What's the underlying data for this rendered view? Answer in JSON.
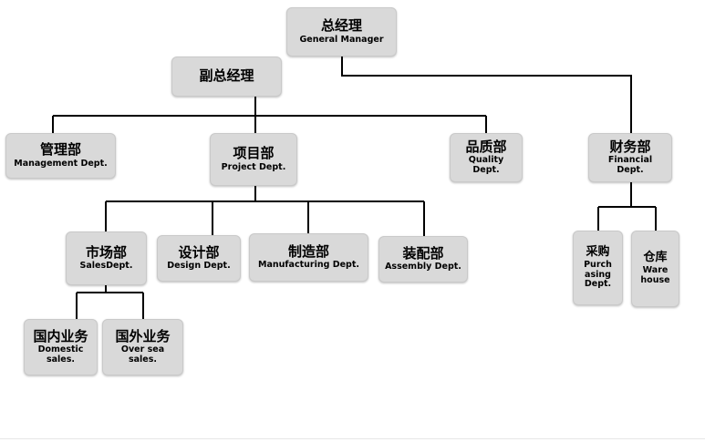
{
  "nodes": {
    "gm": {
      "zh": "总经理",
      "en": "General Manager"
    },
    "dgm": {
      "zh": "副总经理",
      "en": ""
    },
    "mgmt": {
      "zh": "管理部",
      "en": "Management Dept."
    },
    "project": {
      "zh": "项目部",
      "en": "Project Dept."
    },
    "quality": {
      "zh": "品质部",
      "en": "Quality\nDept."
    },
    "finance": {
      "zh": "财务部",
      "en": "Financial\nDept."
    },
    "sales": {
      "zh": "市场部",
      "en": "SalesDept."
    },
    "design": {
      "zh": "设计部",
      "en": "Design Dept."
    },
    "manufact": {
      "zh": "制造部",
      "en": "Manufacturing Dept."
    },
    "assembly": {
      "zh": "装配部",
      "en": "Assembly Dept."
    },
    "domestic": {
      "zh": "国内业务",
      "en": "Domestic\nsales."
    },
    "oversea": {
      "zh": "国外业务",
      "en": "Over sea\nsales."
    },
    "purchase": {
      "zh": "采购",
      "en": "Purch\nasing\nDept."
    },
    "warehouse": {
      "zh": "仓库",
      "en": "Ware\nhouse"
    }
  }
}
